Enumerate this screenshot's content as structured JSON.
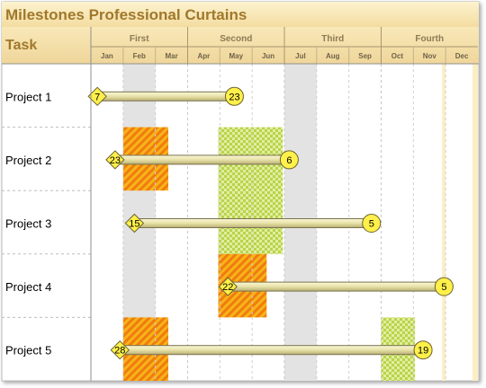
{
  "title": "Milestones Professional Curtains",
  "task_header": "Task",
  "chart_data": {
    "type": "gantt",
    "title": "Milestones Professional Curtains",
    "quarters": [
      "First",
      "Second",
      "Third",
      "Fourth"
    ],
    "months": [
      "Jan",
      "Feb",
      "Mar",
      "Apr",
      "May",
      "Jun",
      "Jul",
      "Aug",
      "Sep",
      "Oct",
      "Nov",
      "Dec"
    ],
    "tasks": [
      {
        "name": "Project 1",
        "start": 7,
        "end": 23
      },
      {
        "name": "Project 2",
        "start": 23,
        "end": 6
      },
      {
        "name": "Project 3",
        "start": 15,
        "end": 5
      },
      {
        "name": "Project 4",
        "start": 22,
        "end": 5
      },
      {
        "name": "Project 5",
        "start": 28,
        "end": 19
      }
    ],
    "colors": {
      "title_band": "#f9e7b0",
      "header": "#f3dca2",
      "vertical_curtain": "#e3e3e3",
      "orange_curtain": "#f39a12",
      "green_curtain": "#c9de5c",
      "bar": "#ece8b0",
      "diamond": "#fff04a",
      "circle": "#fff04a"
    }
  }
}
